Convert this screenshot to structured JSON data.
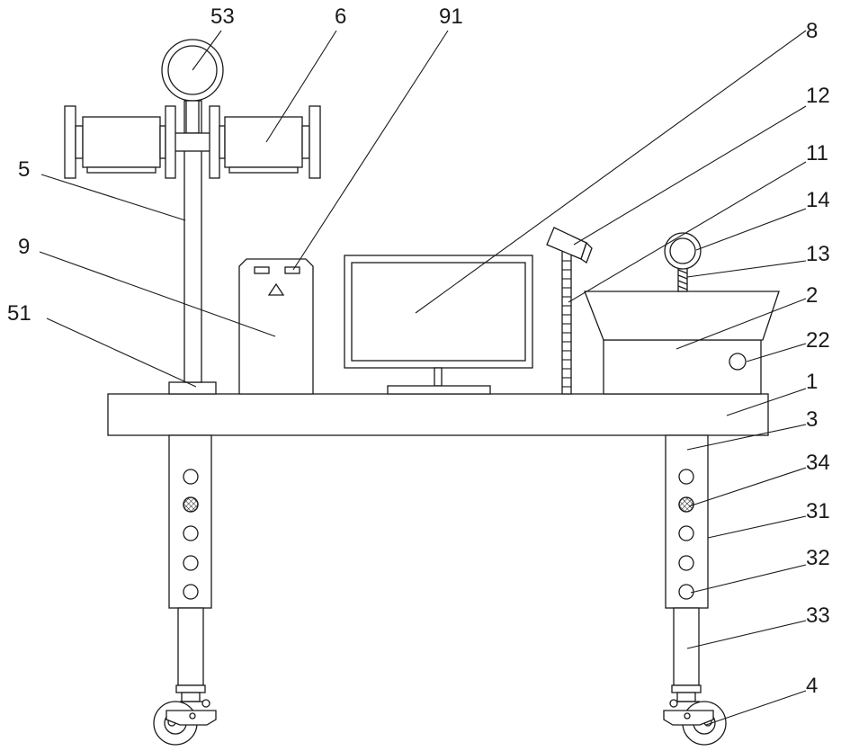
{
  "labels": {
    "l53": "53",
    "l6": "6",
    "l91": "91",
    "l8": "8",
    "l12": "12",
    "l11": "11",
    "l14": "14",
    "l13": "13",
    "l2": "2",
    "l22": "22",
    "l1": "1",
    "l3": "3",
    "l34": "34",
    "l31": "31",
    "l32": "32",
    "l33": "33",
    "l4": "4",
    "l5": "5",
    "l9": "9",
    "l51": "51"
  }
}
